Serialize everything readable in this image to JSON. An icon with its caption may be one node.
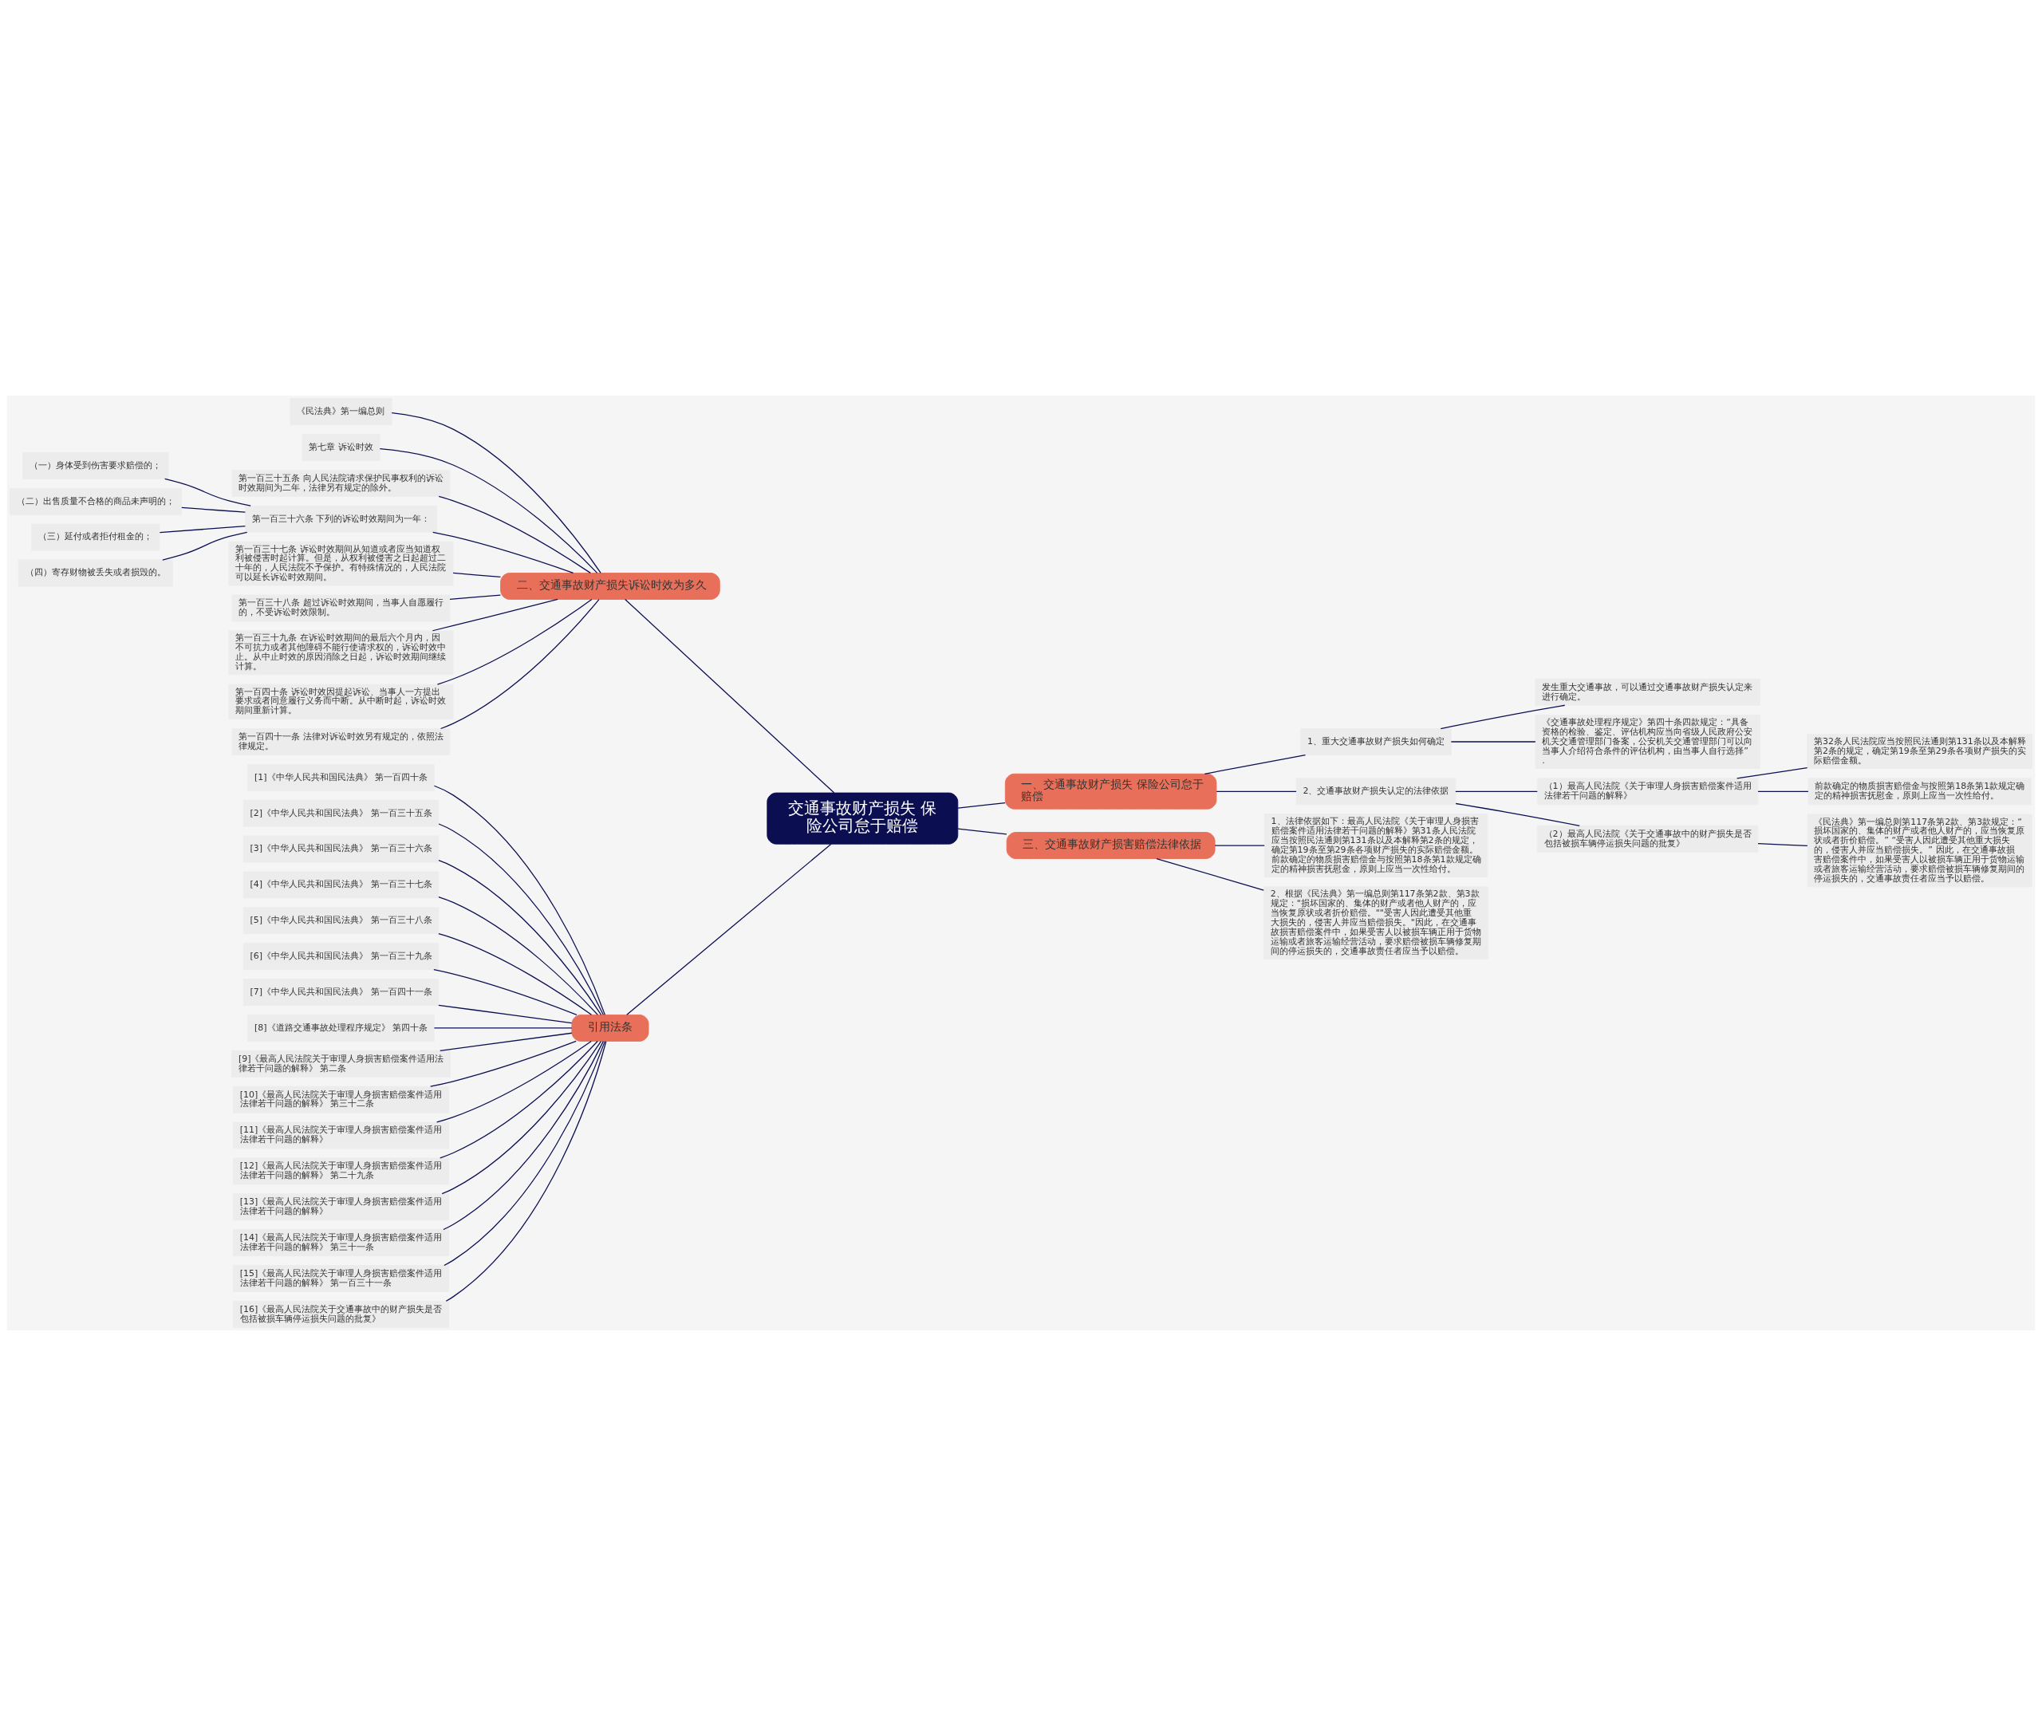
{
  "diagram": {
    "nodes": [
      {
        "text": [
          "交通事故财产损失 保险公司怠于赔偿"
        ]
      },
      {
        "text": [
          "一、交通事故财产损失 保险公司怠于赔偿"
        ]
      },
      {
        "text": [
          "1、重大交通事故财产损失如何确定"
        ]
      },
      {
        "text": [
          "发生重大交通事故，可以通过交通事故财产损失认定来进行确定。"
        ]
      },
      {
        "text": [
          "《交通事故处理程序规定》第四十条四款规定：“具备资格的检验、鉴定、评估机构应当向省级人民政府公安机关交通管理部门备案，公安机关交通管理部门可以向当事人介绍符合条件的评估机构，由当事人自行选择”."
        ]
      },
      {
        "text": [
          "2、交通事故财产损失认定的法律依据"
        ]
      },
      {
        "text": [
          "（1）最高人民法院《关于审理人身损害赔偿案件适用法律若干问题的解释》"
        ]
      },
      {
        "text": [
          "第32条人民法院应当按照民法通则第131条以及本解释第2条的规定，确定第19条至第29条各项财产损失的实际赔偿金额。"
        ]
      },
      {
        "text": [
          "前款确定的物质损害赔偿金与按照第18条第1款规定确定的精神损害抚慰金，原则上应当一次性给付。"
        ]
      },
      {
        "text": [
          "（2）最高人民法院《关于交通事故中的财产损失是否包括被损车辆停运损失问题的批复》"
        ]
      },
      {
        "text": [
          "《民法典》第一编总则第117条第2款、第3款规定：“损坏国家的、集体的财产或者他人财产的，应当恢复原状或者折价赔偿。” “受害人因此遭受其他重大损失的，侵害人并应当赔偿损失。” 因此，在交通事故损害赔偿案件中，如果受害人以被损车辆正用于货物运输或者旅客运输经营活动，要求赔偿被损车辆修复期间的停运损失的，交通事故责任者应当予以赔偿。"
        ]
      },
      {
        "text": [
          "二、交通事故财产损失诉讼时效为多久"
        ]
      },
      {
        "text": [
          "《民法典》第一编总则"
        ]
      },
      {
        "text": [
          "第七章 诉讼时效"
        ]
      },
      {
        "text": [
          "第一百三十五条 向人民法院请求保护民事权利的诉讼时效期间为二年，法律另有规定的除外。"
        ]
      },
      {
        "text": [
          "第一百三十六条 下列的诉讼时效期间为一年："
        ]
      },
      {
        "text": [
          "（一）身体受到伤害要求赔偿的；"
        ]
      },
      {
        "text": [
          "（二）出售质量不合格的商品未声明的；"
        ]
      },
      {
        "text": [
          "（三）延付或者拒付租金的；"
        ]
      },
      {
        "text": [
          "（四）寄存财物被丢失或者损毁的。"
        ]
      },
      {
        "text": [
          "第一百三十七条 诉讼时效期间从知道或者应当知道权利被侵害时起计算。但是，从权利被侵害之日起超过二十年的，人民法院不予保护。有特殊情况的，人民法院可以延长诉讼时效期间。"
        ]
      },
      {
        "text": [
          "第一百三十八条 超过诉讼时效期间，当事人自愿履行的，不受诉讼时效限制。"
        ]
      },
      {
        "text": [
          "第一百三十九条 在诉讼时效期间的最后六个月内，因不可抗力或者其他障碍不能行使请求权的，诉讼时效中止。从中止时效的原因消除之日起，诉讼时效期间继续计算。"
        ]
      },
      {
        "text": [
          "第一百四十条 诉讼时效因提起诉讼、当事人一方提出要求或者同意履行义务而中断。从中断时起，诉讼时效期间重新计算。"
        ]
      },
      {
        "text": [
          "第一百四十一条 法律对诉讼时效另有规定的，依照法律规定。"
        ]
      },
      {
        "text": [
          "三、交通事故财产损害赔偿法律依据"
        ]
      },
      {
        "text": [
          "1、法律依据如下：最高人民法院《关于审理人身损害赔偿案件适用法律若干问题的解释》第31条人民法院应当按照民法通则第131条以及本解释第2条的规定，确定第19条至第29条各项财产损失的实际赔偿金额。前款确定的物质损害赔偿金与按照第18条第1款规定确定的精神损害抚慰金，原则上应当一次性给付。"
        ]
      },
      {
        "text": [
          "2、根据《民法典》第一编总则第117条第2款、第3款规定：\"损坏国家的、集体的财产或者他人财产的，应当恢复原状或者折价赔偿。\"\"受害人因此遭受其他重大损失的，侵害人并应当赔偿损失。\"因此，在交通事故损害赔偿案件中，如果受害人以被损车辆正用于货物运输或者旅客运输经营活动，要求赔偿被损车辆修复期间的停运损失的，交通事故责任者应当予以赔偿。"
        ]
      },
      {
        "text": [
          "引用法条"
        ]
      },
      {
        "text": [
          "[1]《中华人民共和国民法典》 第一百四十条"
        ]
      },
      {
        "text": [
          "[2]《中华人民共和国民法典》 第一百三十五条"
        ]
      },
      {
        "text": [
          "[3]《中华人民共和国民法典》 第一百三十六条"
        ]
      },
      {
        "text": [
          "[4]《中华人民共和国民法典》 第一百三十七条"
        ]
      },
      {
        "text": [
          "[5]《中华人民共和国民法典》 第一百三十八条"
        ]
      },
      {
        "text": [
          "[6]《中华人民共和国民法典》 第一百三十九条"
        ]
      },
      {
        "text": [
          "[7]《中华人民共和国民法典》 第一百四十一条"
        ]
      },
      {
        "text": [
          "[8]《道路交通事故处理程序规定》 第四十条"
        ]
      },
      {
        "text": [
          "[9]《最高人民法院关于审理人身损害赔偿案件适用法律若干问题的解释》 第二条"
        ]
      },
      {
        "text": [
          "[10]《最高人民法院关于审理人身损害赔偿案件适用法律若干问题的解释》 第三十二条"
        ]
      },
      {
        "text": [
          "[11]《最高人民法院关于审理人身损害赔偿案件适用法律若干问题的解释》"
        ]
      },
      {
        "text": [
          "[12]《最高人民法院关于审理人身损害赔偿案件适用法律若干问题的解释》 第二十九条"
        ]
      },
      {
        "text": [
          "[13]《最高人民法院关于审理人身损害赔偿案件适用法律若干问题的解释》"
        ]
      },
      {
        "text": [
          "[14]《最高人民法院关于审理人身损害赔偿案件适用法律若干问题的解释》 第三十一条"
        ]
      },
      {
        "text": [
          "[15]《最高人民法院关于审理人身损害赔偿案件适用法律若干问题的解释》 第一百三十一条"
        ]
      },
      {
        "text": [
          "[16]《最高人民法院关于交通事故中的财产损失是否包括被损车辆停运损失问题的批复》"
        ]
      }
    ],
    "edges": [
      {
        "from": 0,
        "to": 1,
        "arrow": "none"
      },
      {
        "from": 1,
        "to": 2,
        "arrow": "none"
      },
      {
        "from": 2,
        "to": 3,
        "arrow": "none"
      },
      {
        "from": 2,
        "to": 4,
        "arrow": "none"
      },
      {
        "from": 1,
        "to": 5,
        "arrow": "none"
      },
      {
        "from": 5,
        "to": 6,
        "arrow": "none"
      },
      {
        "from": 6,
        "to": 7,
        "arrow": "none"
      },
      {
        "from": 6,
        "to": 8,
        "arrow": "none"
      },
      {
        "from": 5,
        "to": 9,
        "arrow": "none"
      },
      {
        "from": 9,
        "to": 10,
        "arrow": "none"
      },
      {
        "from": 0,
        "to": 11,
        "arrow": "none"
      },
      {
        "from": 11,
        "to": 12,
        "arrow": "none"
      },
      {
        "from": 11,
        "to": 13,
        "arrow": "none"
      },
      {
        "from": 11,
        "to": 14,
        "arrow": "none"
      },
      {
        "from": 11,
        "to": 15,
        "arrow": "none"
      },
      {
        "from": 15,
        "to": 16,
        "arrow": "none"
      },
      {
        "from": 15,
        "to": 17,
        "arrow": "none"
      },
      {
        "from": 15,
        "to": 18,
        "arrow": "none"
      },
      {
        "from": 15,
        "to": 19,
        "arrow": "none"
      },
      {
        "from": 11,
        "to": 20,
        "arrow": "none"
      },
      {
        "from": 11,
        "to": 21,
        "arrow": "none"
      },
      {
        "from": 11,
        "to": 22,
        "arrow": "none"
      },
      {
        "from": 11,
        "to": 23,
        "arrow": "none"
      },
      {
        "from": 11,
        "to": 24,
        "arrow": "none"
      },
      {
        "from": 0,
        "to": 25,
        "arrow": "none"
      },
      {
        "from": 25,
        "to": 26,
        "arrow": "none"
      },
      {
        "from": 25,
        "to": 27,
        "arrow": "none"
      },
      {
        "from": 0,
        "to": 28,
        "arrow": "none"
      },
      {
        "from": 28,
        "to": 29,
        "arrow": "none"
      },
      {
        "from": 28,
        "to": 30,
        "arrow": "none"
      },
      {
        "from": 28,
        "to": 31,
        "arrow": "none"
      },
      {
        "from": 28,
        "to": 32,
        "arrow": "none"
      },
      {
        "from": 28,
        "to": 33,
        "arrow": "none"
      },
      {
        "from": 28,
        "to": 34,
        "arrow": "none"
      },
      {
        "from": 28,
        "to": 35,
        "arrow": "none"
      },
      {
        "from": 28,
        "to": 36,
        "arrow": "none"
      },
      {
        "from": 28,
        "to": 37,
        "arrow": "none"
      },
      {
        "from": 28,
        "to": 38,
        "arrow": "none"
      },
      {
        "from": 28,
        "to": 39,
        "arrow": "none"
      },
      {
        "from": 28,
        "to": 40,
        "arrow": "none"
      },
      {
        "from": 28,
        "to": 41,
        "arrow": "none"
      },
      {
        "from": 28,
        "to": 42,
        "arrow": "none"
      },
      {
        "from": 28,
        "to": 43,
        "arrow": "none"
      },
      {
        "from": 28,
        "to": 44,
        "arrow": "none"
      }
    ]
  }
}
